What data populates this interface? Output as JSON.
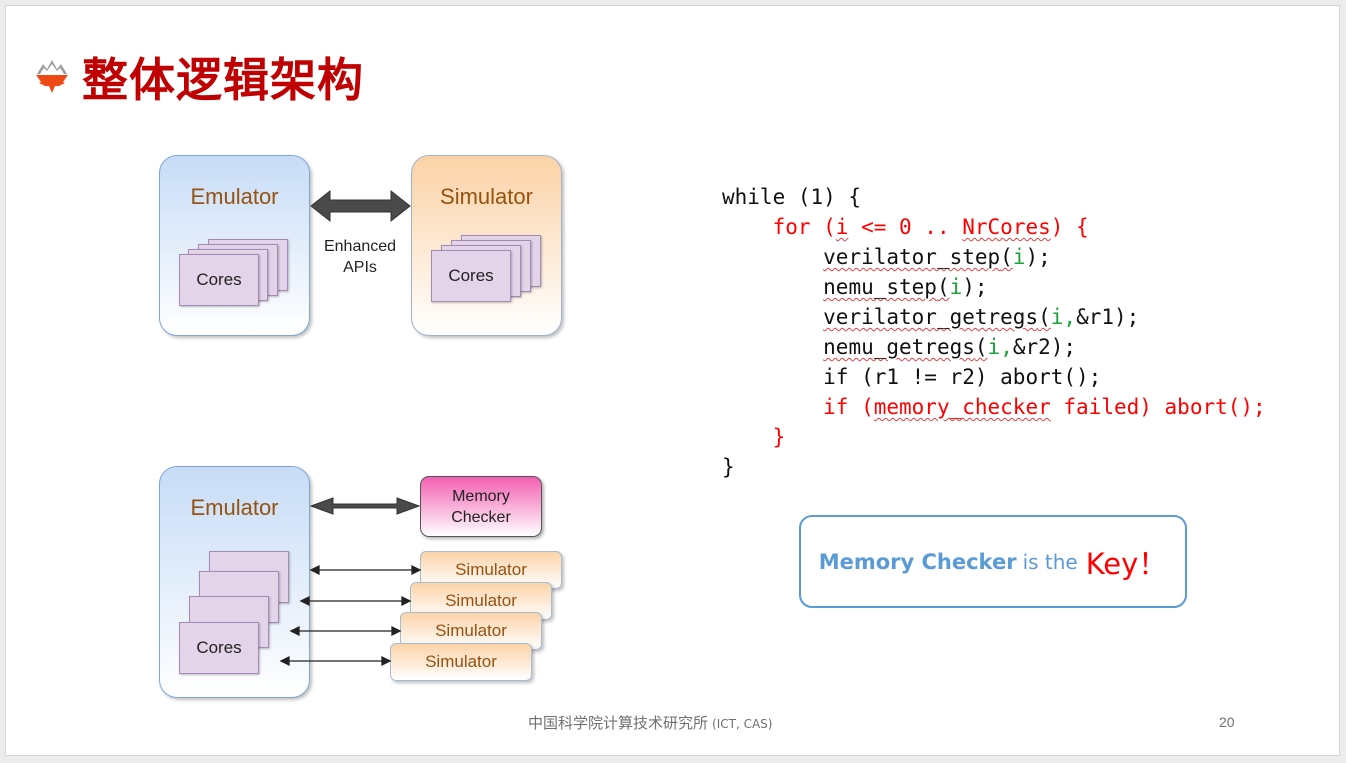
{
  "slide": {
    "title": "整体逻辑架构",
    "logo_icon": "mountain-logo-icon",
    "colors": {
      "title": "#c00000",
      "accent_blue": "#5b9bd5",
      "code_red": "#ff0000",
      "code_green": "#1aa33a",
      "box_label": "#96520f"
    }
  },
  "diagram_top": {
    "emulator_label": "Emulator",
    "simulator_label": "Simulator",
    "emulator_cores_label": "Cores",
    "simulator_cores_label": "Cores",
    "arrow_label_line1": "Enhanced",
    "arrow_label_line2": "APIs"
  },
  "diagram_bottom": {
    "emulator_label": "Emulator",
    "cores_label": "Cores",
    "memory_checker_line1": "Memory",
    "memory_checker_line2": "Checker",
    "simulators": [
      "Simulator",
      "Simulator",
      "Simulator",
      "Simulator"
    ]
  },
  "code": {
    "line1": "while (1) {",
    "line2_kw": "    for (",
    "line2_i": "i",
    "line2_mid": " <= 0 .. ",
    "line2_nr": "NrCores",
    "line2_end": ") {",
    "line3_fn": "verilator_step",
    "line4_fn": "nemu_step",
    "line5_fn": "verilator_getregs",
    "line5_arg": "&r1",
    "line6_fn": "nemu_getregs",
    "line6_arg": "&r2",
    "line7": "if (r1 != r2) abort();",
    "line8_pre": "if (",
    "line8_fn": "memory_checker",
    "line8_post": " failed) abort();",
    "line9": "    }",
    "line10": "}",
    "var_i": "i",
    "open_paren": "(",
    "close_semicolon": ");",
    "comma": ","
  },
  "key_box": {
    "strong": "Memory Checker",
    "mid": "is the",
    "red": "Key！"
  },
  "footer": {
    "institution": "中国科学院计算技术研究所",
    "abbr": "(ICT, CAS)",
    "page_number": "20"
  }
}
